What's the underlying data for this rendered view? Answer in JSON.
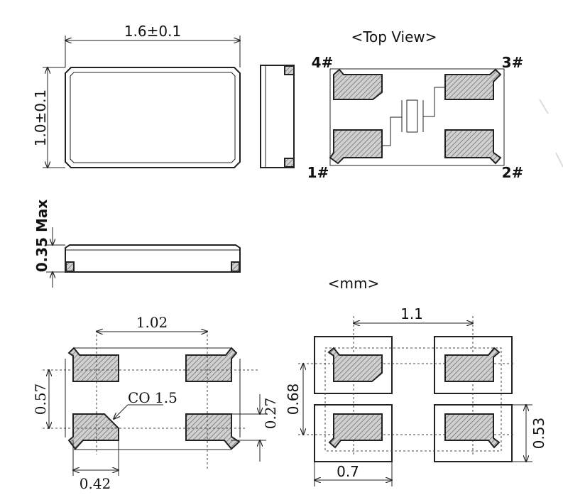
{
  "top_outline": {
    "width_label": "1.6±0.1",
    "height_label": "1.0±0.1"
  },
  "profile": {
    "height_label": "0.35 Max"
  },
  "top_view": {
    "title": "<Top View>",
    "pins": [
      "1#",
      "2#",
      "3#",
      "4#"
    ]
  },
  "units_label": "<mm>",
  "pad_layout": {
    "pitch_x": "1.02",
    "pitch_y": "0.57",
    "pad_height": "0.27",
    "pad_width": "0.42",
    "chamfer": "CO 1.5"
  },
  "land_pattern": {
    "pitch_x": "1.1",
    "pitch_y": "0.68",
    "land_height": "0.53",
    "land_width": "0.7"
  }
}
